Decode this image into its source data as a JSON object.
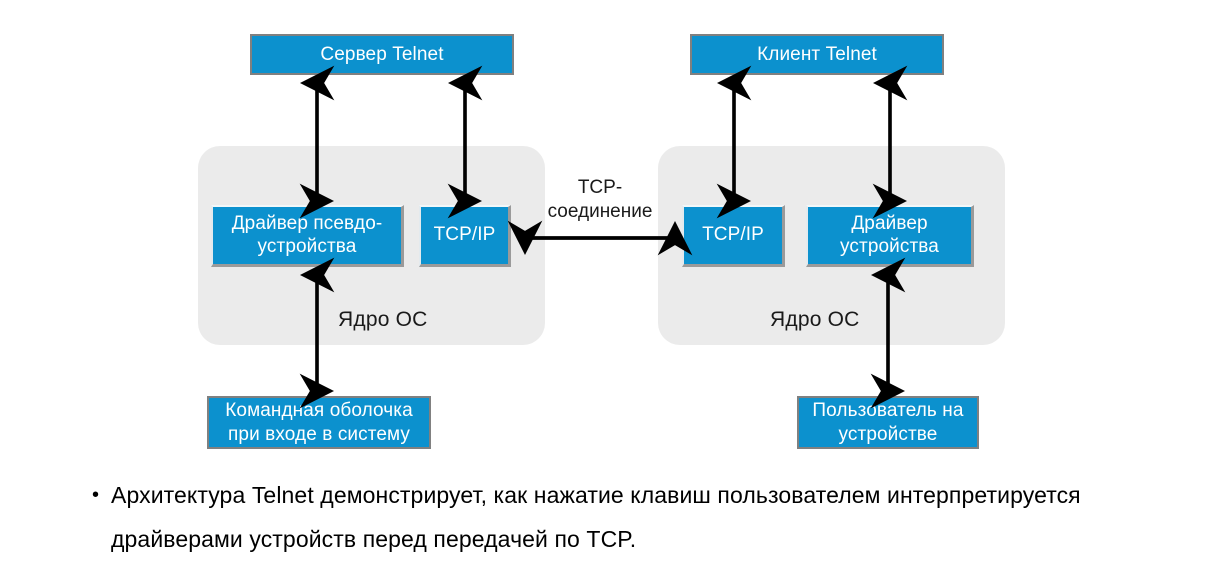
{
  "diagram": {
    "title_boxes": {
      "server": "Сервер Telnet",
      "client": "Клиент Telnet"
    },
    "kernels": {
      "left_label": "Ядро ОС",
      "right_label": "Ядро ОС"
    },
    "inner_boxes": {
      "pseudo_driver": "Драйвер псевдо-устройства",
      "tcpip_left": "TCP/IP",
      "tcpip_right": "TCP/IP",
      "device_driver": "Драйвер устройства"
    },
    "bottom_boxes": {
      "login_shell": "Командная оболочка при входе в систему",
      "user_device": "Пользователь на устройстве"
    },
    "connection_label": "TCP-\nсоединение",
    "colors": {
      "box_blue": "#0c91ce",
      "box_border_gray": "#808080",
      "kernel_gray": "#ebebeb",
      "arrow_black": "#000000",
      "text_white": "#ffffff",
      "text_black": "#000000"
    }
  },
  "caption": {
    "bullet": "•",
    "text": "Архитектура Telnet демонстрирует, как нажатие клавиш пользователем интерпретируется драйверами устройств перед передачей по TCP."
  }
}
